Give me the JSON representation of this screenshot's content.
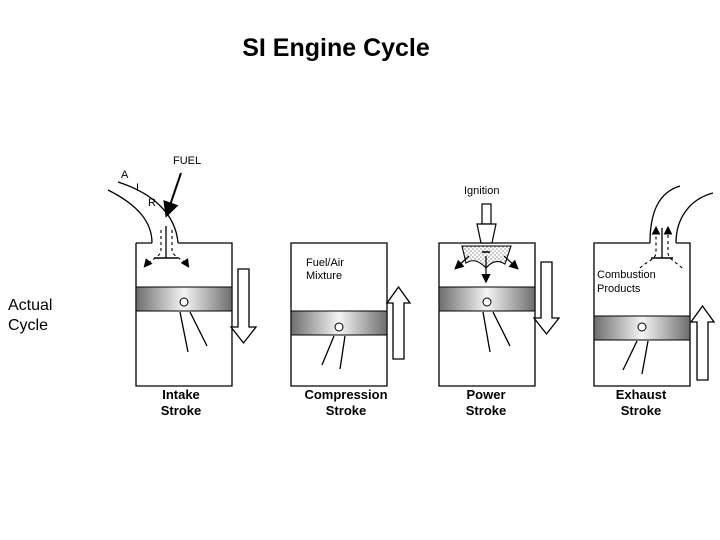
{
  "title": "SI Engine Cycle",
  "side_label": [
    "Actual",
    "Cycle"
  ],
  "intake": {
    "air_letters": [
      "A",
      "I",
      "R"
    ],
    "fuel_label": "FUEL"
  },
  "compression": {
    "mixture_label": [
      "Fuel/Air",
      "Mixture"
    ]
  },
  "power": {
    "ignition_label": "Ignition"
  },
  "exhaust": {
    "products_label": [
      "Combustion",
      "Products"
    ]
  },
  "strokes": [
    {
      "line1": "Intake",
      "line2": "Stroke"
    },
    {
      "line1": "Compression",
      "line2": "Stroke"
    },
    {
      "line1": "Power",
      "line2": "Stroke"
    },
    {
      "line1": "Exhaust",
      "line2": "Stroke"
    }
  ],
  "colors": {
    "ink": "#000000",
    "piston_dark": "#6e6e6e",
    "piston_light": "#f2f2f2"
  }
}
